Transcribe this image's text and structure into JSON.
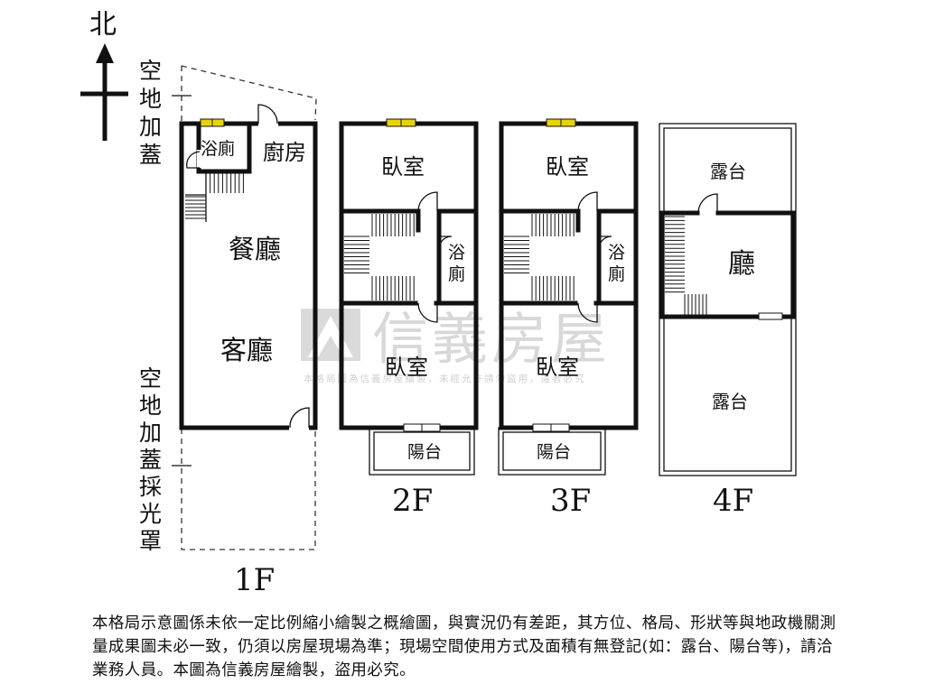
{
  "compass": {
    "north_label": "北"
  },
  "floors": {
    "f1": {
      "floor_label": "1F",
      "rooms": {
        "bath": "浴廁",
        "kitchen": "廚房",
        "dining": "餐廳",
        "living": "客廳"
      },
      "annex_top": "空地加蓋",
      "annex_bottom": "空地加蓋採光罩"
    },
    "f2": {
      "floor_label": "2F",
      "rooms": {
        "bedroom_north": "臥室",
        "bath": "浴廁",
        "bedroom_south": "臥室",
        "balcony": "陽台"
      }
    },
    "f3": {
      "floor_label": "3F",
      "rooms": {
        "bedroom_north": "臥室",
        "bath": "浴廁",
        "bedroom_south": "臥室",
        "balcony": "陽台"
      }
    },
    "f4": {
      "floor_label": "4F",
      "rooms": {
        "terrace_north": "露台",
        "hall": "廳",
        "terrace_south": "露台"
      }
    }
  },
  "watermark": {
    "brand": "信義房屋",
    "notice": "本格局圖為信義房屋繪製，未經允許請勿盜用，違者必究"
  },
  "disclaimer": "本格局示意圖係未依一定比例縮小繪製之概繪圖，與實況仍有差距，其方位、格局、形狀等與地政機關測量成果圖未必一致，仍須以房屋現場為準；現場空間使用方式及面積有無登記(如：露台、陽台等)，請洽業務人員。本圖為信義房屋繪製，盜用必究。",
  "colors": {
    "window": "#e7d500",
    "wall": "#111111",
    "watermark": "#c7c7c7"
  }
}
